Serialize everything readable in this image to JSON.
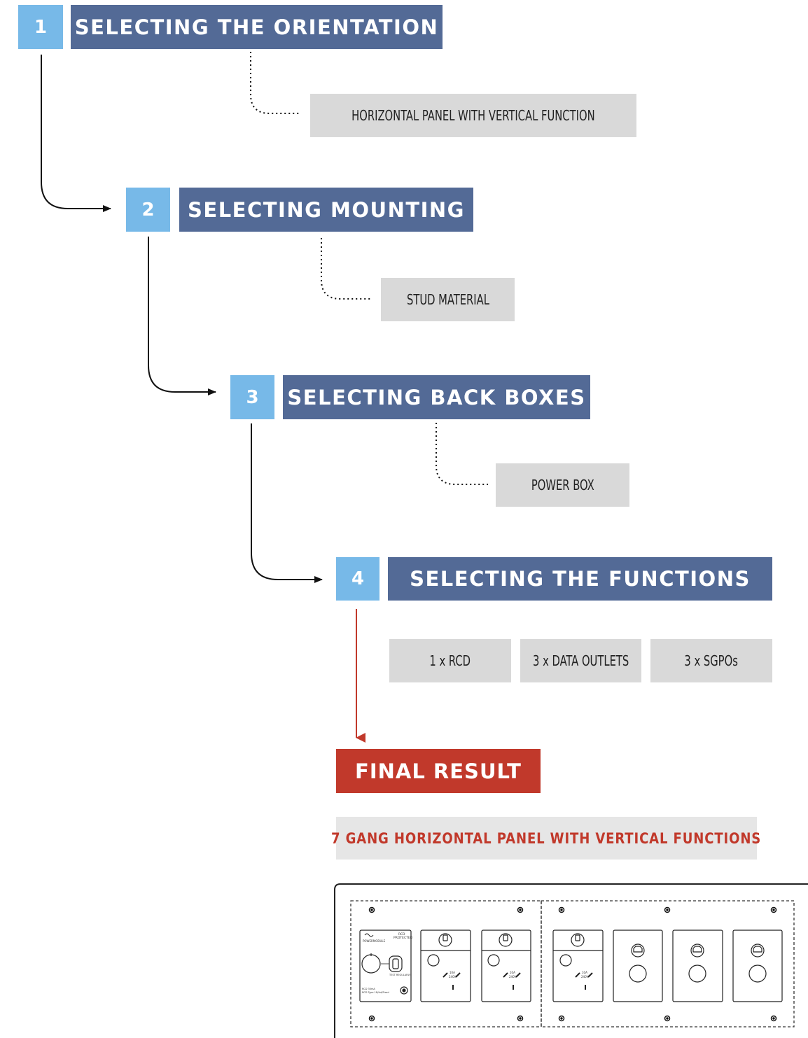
{
  "steps": [
    {
      "number": "1",
      "title": "SELECTING THE ORIENTATION",
      "options": [
        "HORIZONTAL PANEL WITH VERTICAL FUNCTION"
      ]
    },
    {
      "number": "2",
      "title": "SELECTING MOUNTING",
      "options": [
        "STUD MATERIAL"
      ]
    },
    {
      "number": "3",
      "title": "SELECTING BACK BOXES",
      "options": [
        "POWER BOX"
      ]
    },
    {
      "number": "4",
      "title": "SELECTING THE FUNCTIONS",
      "options": [
        "1 x RCD",
        "3 x DATA OUTLETS",
        "3 x SGPOs"
      ]
    }
  ],
  "final": {
    "label": "FINAL RESULT",
    "result": "7 GANG HORIZONTAL PANEL WITH VERTICAL FUNCTIONS"
  },
  "panel": {
    "rcd_module": {
      "brand": "POWERMODULE",
      "badge_line1": "RCD",
      "badge_line2": "PROTECTED",
      "test_label": "TEST REGULARLY",
      "spec_line1": "RCD 30mA",
      "spec_line2": "RCD Type 1N/Int/Fixed"
    },
    "socket_rating": "10A",
    "socket_voltage": "240V"
  },
  "colors": {
    "step_number": "#77b9e8",
    "step_title": "#536a96",
    "option_bg": "#d9d9d9",
    "final_red": "#c1392b",
    "result_bg": "#e6e6e6"
  },
  "icons": [
    "arrow-right-icon",
    "arrow-down-icon",
    "rcd-icon",
    "power-socket-icon",
    "data-outlet-icon",
    "screw-icon"
  ]
}
